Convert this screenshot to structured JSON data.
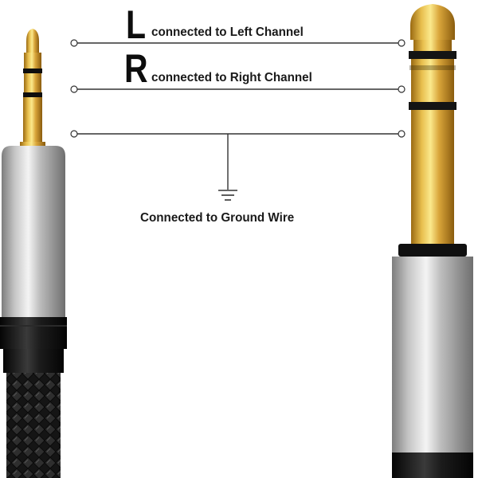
{
  "diagram": {
    "left_channel": {
      "letter": "L",
      "text": "connected to Left Channel"
    },
    "right_channel": {
      "letter": "R",
      "text": "connected to Right Channel"
    },
    "ground": {
      "text": "Connected to Ground Wire"
    }
  },
  "icons": {
    "ground_symbol": "ground-icon",
    "left_plug": "3.5mm-plug-icon",
    "right_plug": "6.35mm-plug-icon"
  },
  "colors": {
    "gold": "#d9a53a",
    "gold_light": "#f7e27c",
    "gold_dark": "#9a6a12",
    "silver": "#c9c9c9",
    "silver_dark": "#8f8f8f",
    "black": "#111111",
    "line": "#333333"
  }
}
